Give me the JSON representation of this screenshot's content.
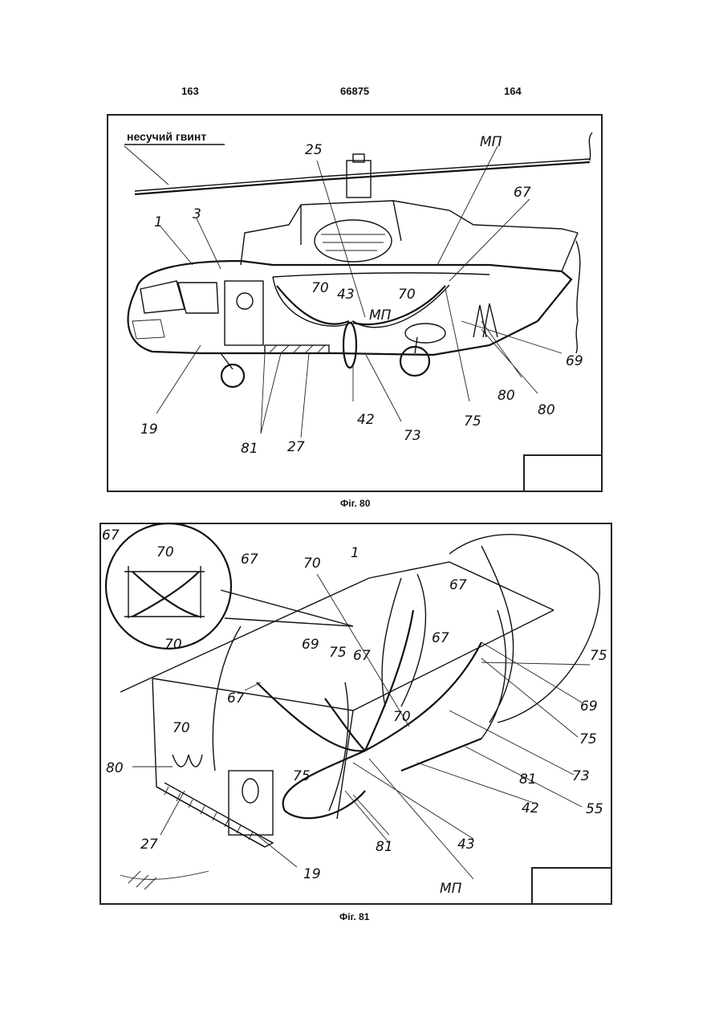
{
  "header": {
    "left": "163",
    "center": "66875",
    "right": "164"
  },
  "figure80": {
    "caption": "Фіг. 80",
    "rotor_label": "несучий гвинт",
    "labels": [
      "1",
      "3",
      "25",
      "МП",
      "67",
      "70",
      "43",
      "МП",
      "70",
      "69",
      "80",
      "80",
      "75",
      "73",
      "42",
      "27",
      "81",
      "19"
    ]
  },
  "figure81": {
    "caption": "Фіг. 81",
    "inset_labels": [
      "67",
      "70",
      "67",
      "70"
    ],
    "labels": [
      "1",
      "70",
      "67",
      "67",
      "75",
      "69",
      "67",
      "75",
      "69",
      "67",
      "75",
      "70",
      "73",
      "70",
      "80",
      "27",
      "75",
      "42",
      "81",
      "55",
      "81",
      "43",
      "19",
      "МП"
    ]
  }
}
